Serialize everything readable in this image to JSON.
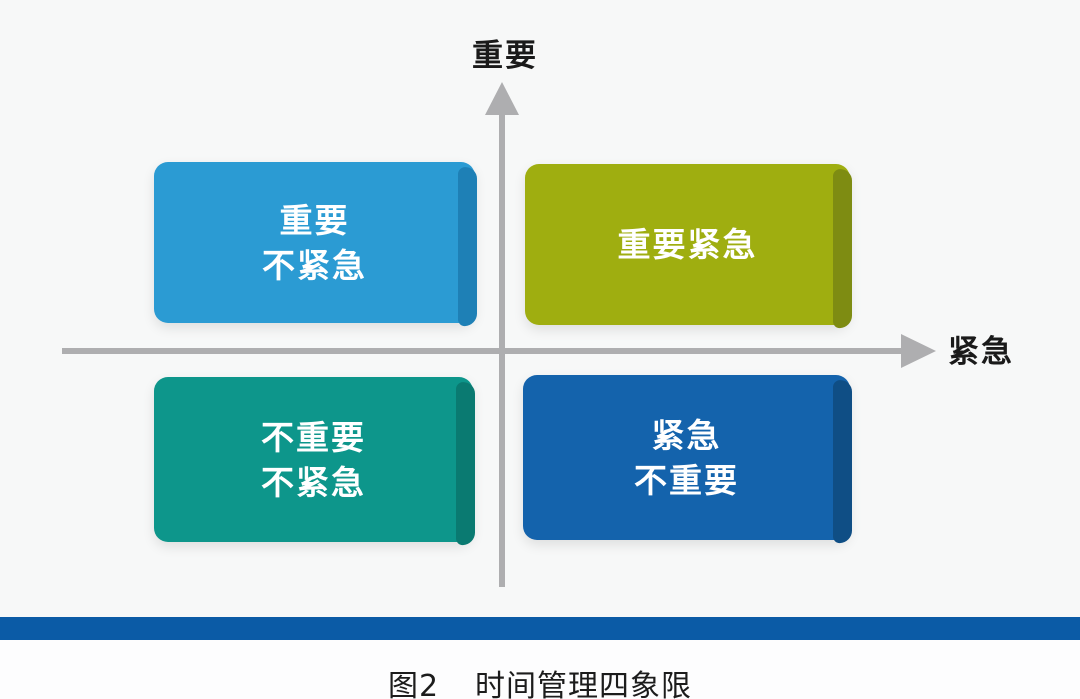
{
  "figure": {
    "caption": {
      "number": "图2",
      "title": "时间管理四象限"
    }
  },
  "axes": {
    "y_label": "重要",
    "x_label": "紧急",
    "line_color": "#aeaeb0"
  },
  "quadrants": [
    {
      "id": "important-not-urgent",
      "position": "top-left",
      "lines": [
        "重要",
        "不紧急"
      ],
      "color": "#2b9bd3",
      "edge_color": "#1e80b6"
    },
    {
      "id": "important-urgent",
      "position": "top-right",
      "lines": [
        "重要紧急"
      ],
      "color": "#9fae10",
      "edge_color": "#7e8c12"
    },
    {
      "id": "not-important-not-urgent",
      "position": "bottom-left",
      "lines": [
        "不重要",
        "不紧急"
      ],
      "color": "#0d968b",
      "edge_color": "#0a7a71"
    },
    {
      "id": "urgent-not-important",
      "position": "bottom-right",
      "lines": [
        "紧急",
        "不重要"
      ],
      "color": "#1463ac",
      "edge_color": "#0f4e85"
    }
  ],
  "divider_bar": {
    "color": "#0b5ba6"
  }
}
